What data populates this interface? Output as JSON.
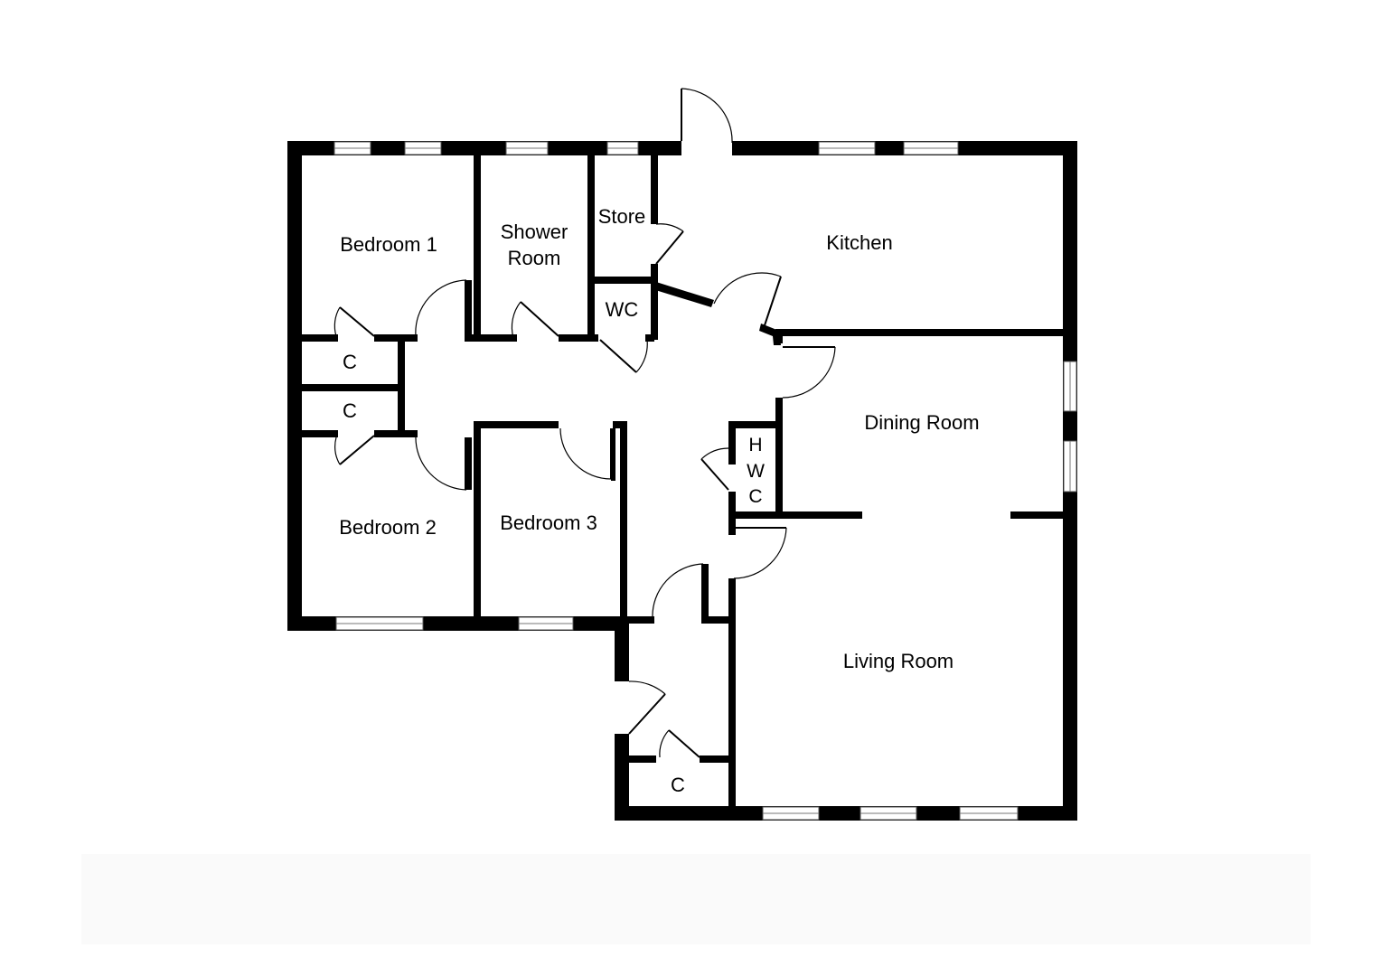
{
  "rooms": {
    "bedroom1": "Bedroom 1",
    "shower_line1": "Shower",
    "shower_line2": "Room",
    "store": "Store",
    "kitchen": "Kitchen",
    "wc": "WC",
    "cupboard_top": "C",
    "cupboard_mid": "C",
    "hwc_h": "H",
    "hwc_w": "W",
    "hwc_c": "C",
    "dining": "Dining Room",
    "bedroom2": "Bedroom 2",
    "bedroom3": "Bedroom 3",
    "living": "Living Room",
    "cupboard_bottom": "C"
  },
  "colors": {
    "wall": "#000000",
    "background": "#ffffff",
    "window_frame": "#555555"
  }
}
